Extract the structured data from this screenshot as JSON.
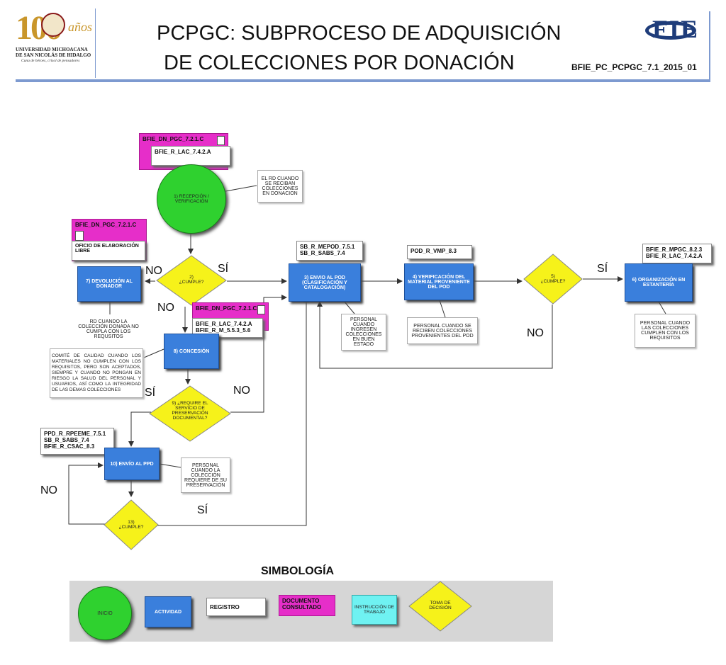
{
  "header": {
    "logo_main": "100",
    "logo_sub": "años",
    "university_line1": "UNIVERSIDAD MICHOACANA",
    "university_line2": "DE SAN NICOLÁS DE HIDALGO",
    "university_motto": "Cuna de héroes, crisol de pensadores",
    "title_line1": "PCPGC: SUBPROCESO DE ADQUISICIÓN",
    "title_line2": "DE COLECCIONES POR DONACIÓN",
    "code": "BFIE_PC_PCPGC_7.1_2015_01",
    "logo_right": "FIE"
  },
  "nodes": {
    "n1_doc": "BFIE_DN_PGC_7.2.1.C",
    "n1_reg": "BFIE_R_LAC_7.4.2.A",
    "n1_start": "1) RECEPCIÓN / VERIFICACIÓN",
    "n1_note": "EL RD CUANDO SE RECIBAN COLECCIONES EN DONACION",
    "n2_decision": "2) ¿CUMPLE?",
    "n7_doc": "BFIE_DN_PGC_7.2.1.C",
    "n7_reg": "OFICIO DE ELABORACIÓN LIBRE",
    "n7_act": "7) DEVOLUCIÓN AL DONADOR",
    "n7_note": "RD CUANDO LA COLECCIÓN DONADA NO CUMPLA CON LOS REQUSITOS",
    "n8_doc": "BFIE_DN_PGC_7.2.1.C",
    "n8_reg": "BFIE_R_LAC_7.4.2.A BFIE_R_M_5.5.3_5.6",
    "n8_act": "8) CONCESIÓN",
    "n8_note": "COMITÉ DE CALIDAD CUANDO LOS MATERIALES NO CUMPLEN CON LOS REQUISITOS, PERO SON ACEPTADOS, SIEMPRE Y CUANDO NO PONGAN EN RIESGO LA SALUD DEL PERSONAL Y USUARIOS, ASÍ COMO LA INTEGRIDAD DE LAS DEMAS COLECCIONES",
    "n9_decision": "9) ¿REQUIRE EL SERVICIO DE PRESERVACIÓN DOCUMENTAL?",
    "n10_reg": "PPD_R_RPEEME_7.5.1 SB_R_SABS_7.4 BFIE_R_CSAC_8.3",
    "n10_act": "10) ENVÍO AL PPD",
    "n10_note": "PERSONAL CUANDO LA COLECCIÓN REQUIERE DE SU PRESERVACIÓN",
    "n13_decision": "13) ¿CUMPLE?",
    "n3_reg": "SB_R_MEPOD_7.5.1 SB_R_SABS_7.4",
    "n3_act": "3) ENVIO AL POD (CLASIFICACIÓN Y CATALOGACIÓN)",
    "n3_note": "PERSONAL CUANDO INGRESEN COLECCIONES EN BUEN ESTADO",
    "n4_reg": "POD_R_VMP_8.3",
    "n4_act": "4) VERIFICACIÓN DEL MATERIAL PROVENIENTE DEL POD",
    "n4_note": "PERSONAL CUANDO SE RECIBEN COLECCIONES PROVENIENTES DEL POD",
    "n5_decision": "5) ¿CUMPLE?",
    "n6_reg": "BFIE_R_MPGC_8.2.3 BFIE_R_LAC_7.4.2.A",
    "n6_act": "6) ORGANIZACIÓN EN ESTANTERÍA",
    "n6_note": "PERSONAL CUANDO LAS COLECCIONES CUMPLEN CON LOS REQUISITOS"
  },
  "labels": {
    "no_2": "NO",
    "si_2": "SÍ",
    "no_2b": "NO",
    "si_9": "SÍ",
    "no_9": "NO",
    "no_13": "NO",
    "si_13": "SÍ",
    "si_5": "SÍ",
    "no_5": "NO"
  },
  "legend": {
    "title": "SIMBOLOGÍA",
    "inicio": "INICIO",
    "actividad": "ACTIVIDAD",
    "registro": "REGISTRO",
    "documento": "DOCUMENTO CONSULTADO",
    "instruccion": "INSTRUCCIÓN DE TRABAJO",
    "decision": "TOMA DE DECISIÓN"
  },
  "colors": {
    "activity": "#3a7fdc",
    "start": "#2fd12f",
    "decision": "#f6f21a",
    "document": "#e62ec9",
    "instruction": "#6ff2f2"
  }
}
